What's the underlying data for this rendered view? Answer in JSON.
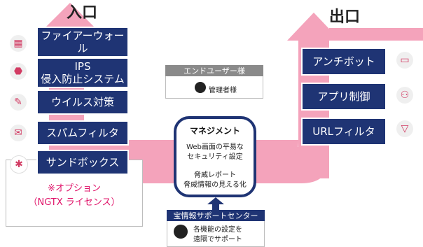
{
  "headings": {
    "entrance": "入口",
    "exit": "出口"
  },
  "left_items": [
    {
      "label": "ファイアーウォール",
      "icon": "firewall-icon"
    },
    {
      "label": "IPS\n侵入防止システム",
      "icon": "stop-sign-icon"
    },
    {
      "label": "ウイルス対策",
      "icon": "syringe-icon"
    },
    {
      "label": "スパムフィルタ",
      "icon": "spam-mail-icon"
    },
    {
      "label": "サンドボックス",
      "icon": "sandbox-icon"
    }
  ],
  "right_items": [
    {
      "label": "アンチボット",
      "icon": "bot-monitor-icon"
    },
    {
      "label": "アプリ制御",
      "icon": "app-control-icon"
    },
    {
      "label": "URLフィルタ",
      "icon": "url-filter-icon"
    }
  ],
  "option": {
    "line1": "※オプション",
    "line2": "（NGTX ライセンス）"
  },
  "end_user": {
    "header": "エンドユーザー様",
    "admin": "管理者様"
  },
  "management": {
    "title": "マネジメント",
    "line1": "Web画面の平易な",
    "line2": "セキュリティ設定",
    "line3": "脅威レポート",
    "line4": "脅威情報の見える化"
  },
  "support": {
    "header": "宝情報サポートセンター",
    "line1": "各機能の設定を",
    "line2": "遠隔でサポート"
  },
  "colors": {
    "navy": "#1f3474",
    "pink_arrow": "#f4a3bb",
    "accent": "#e0156a",
    "gray": "#8a8a8a"
  }
}
